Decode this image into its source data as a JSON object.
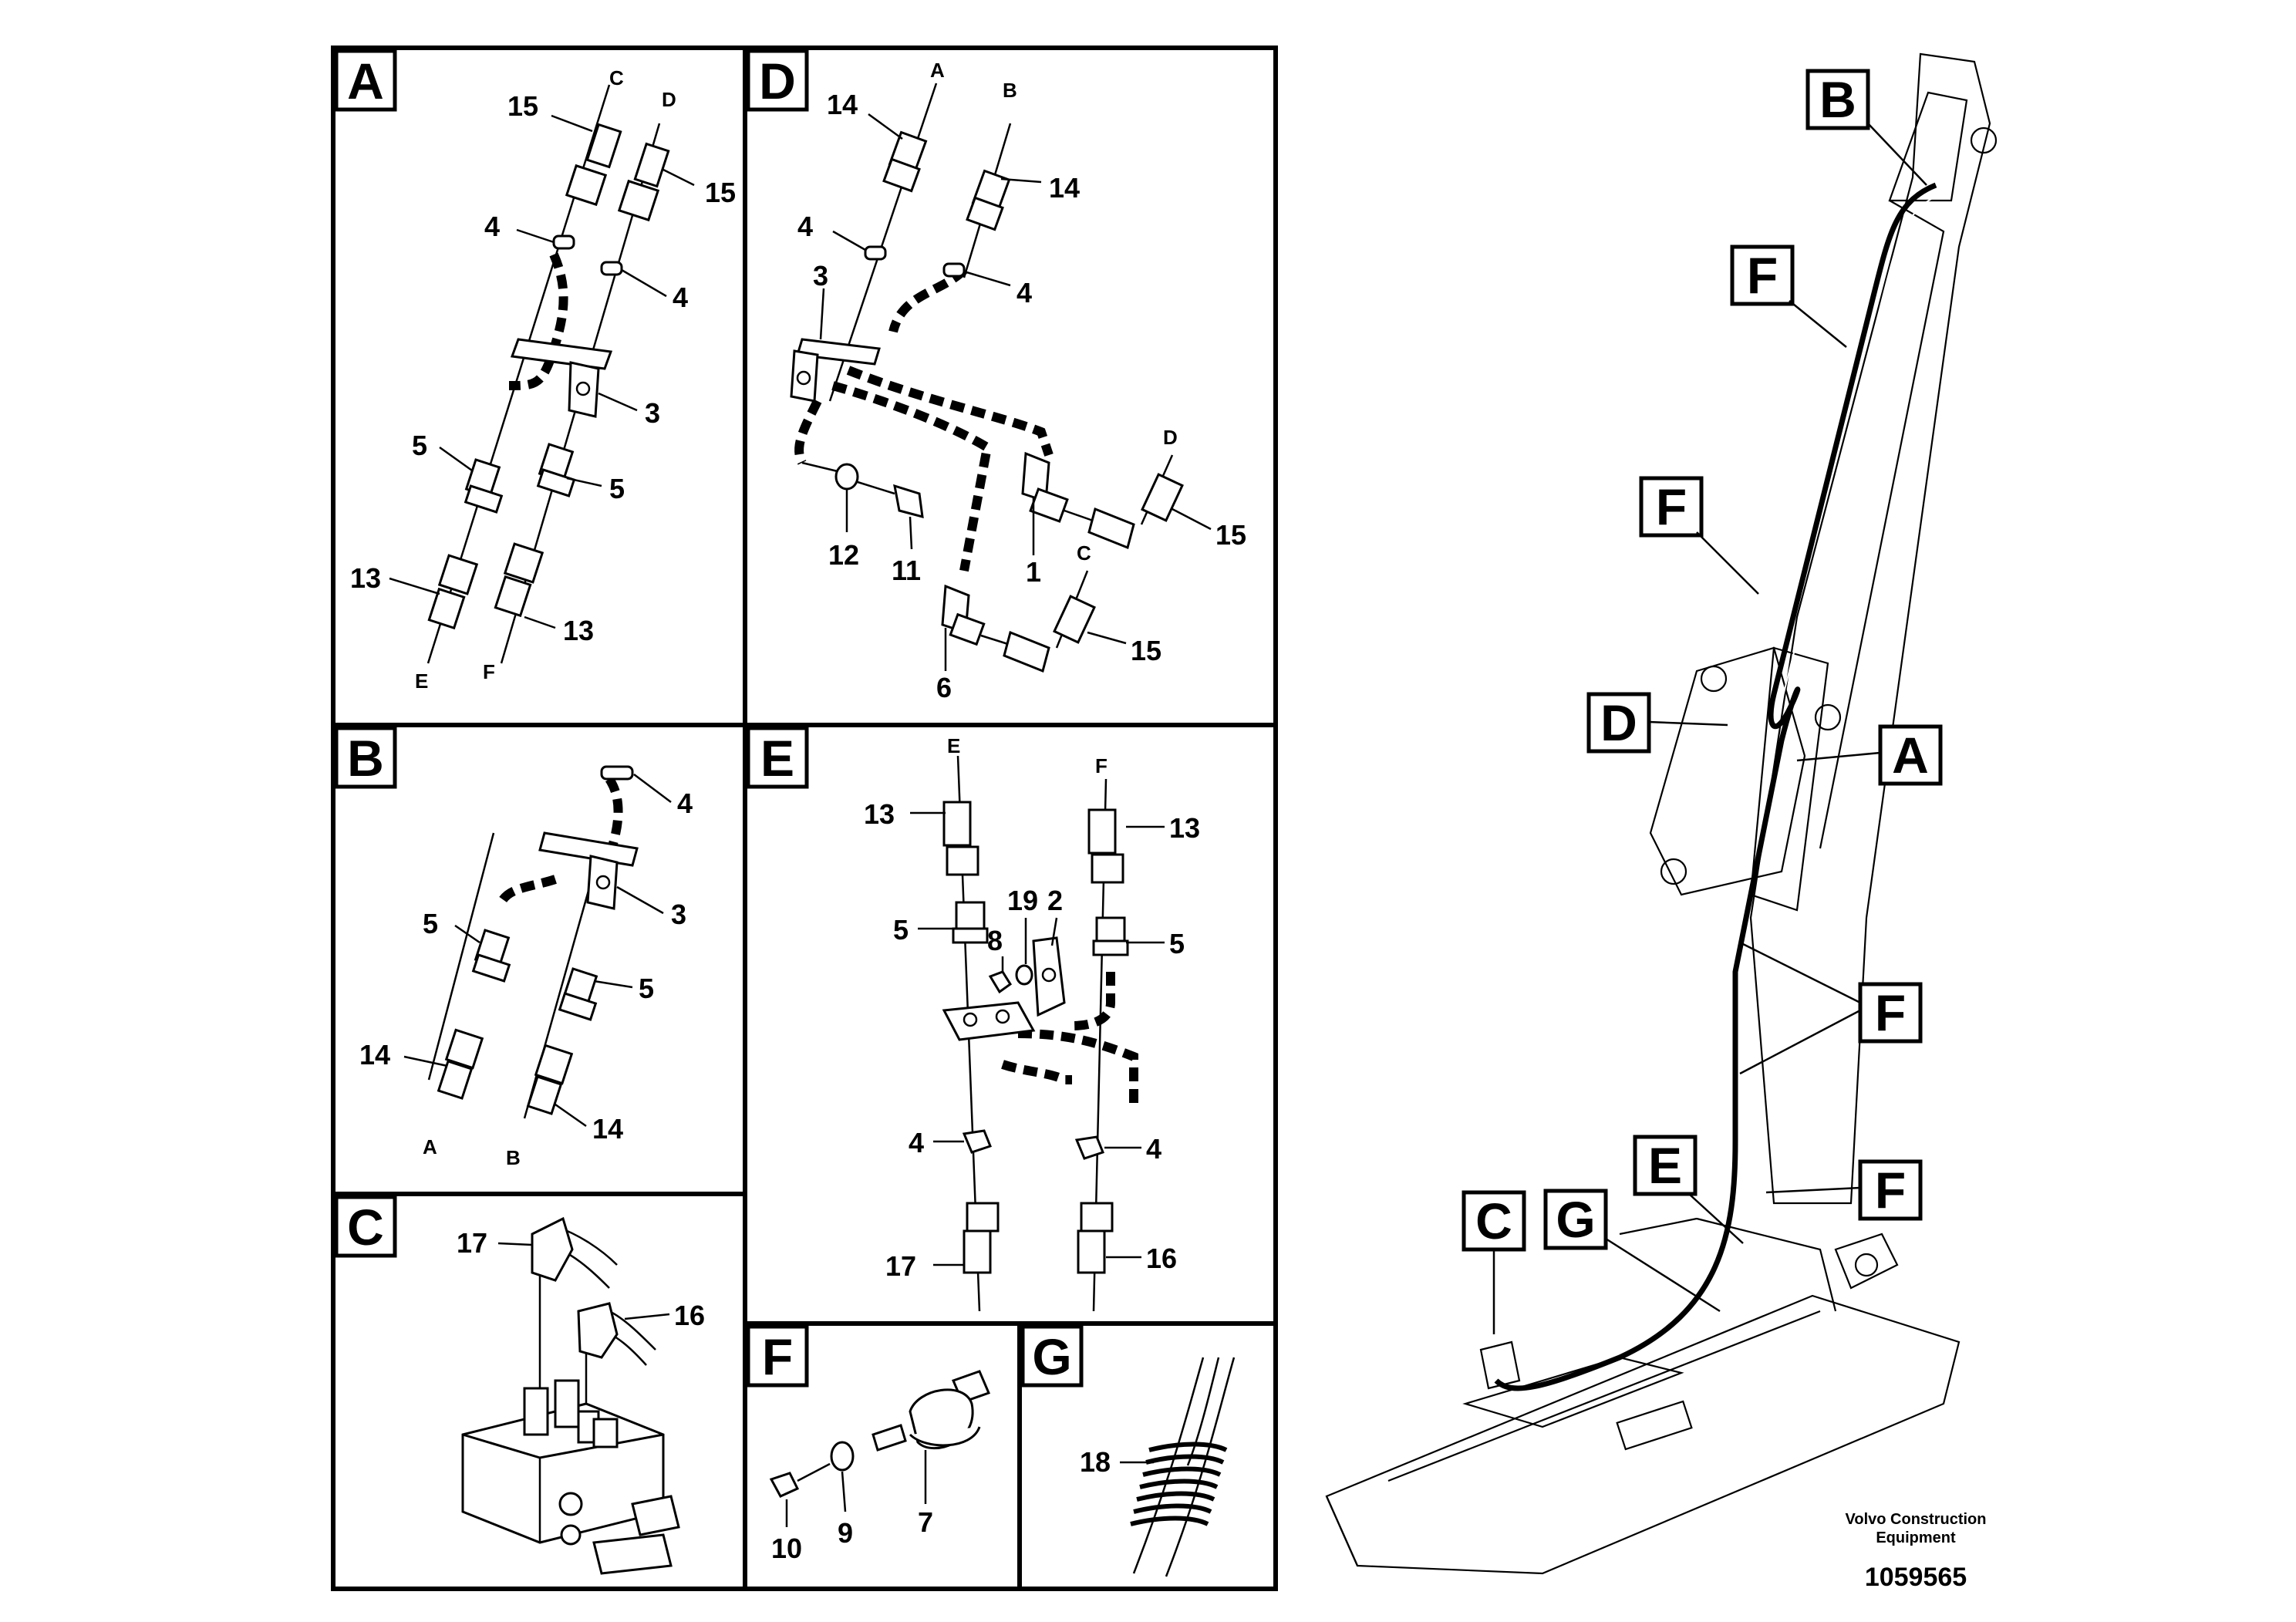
{
  "panels": {
    "A": {
      "label": "A",
      "callouts": [
        "15",
        "15",
        "4",
        "4",
        "3",
        "5",
        "5",
        "13",
        "13"
      ],
      "ends": [
        "C",
        "D",
        "E",
        "F"
      ]
    },
    "B": {
      "label": "B",
      "callouts": [
        "4",
        "3",
        "5",
        "5",
        "14",
        "14"
      ],
      "ends": [
        "A",
        "B"
      ]
    },
    "C": {
      "label": "C",
      "callouts": [
        "17",
        "16"
      ]
    },
    "D": {
      "label": "D",
      "callouts": [
        "14",
        "14",
        "4",
        "4",
        "3",
        "12",
        "11",
        "1",
        "15",
        "6",
        "15"
      ],
      "ends": [
        "A",
        "B",
        "D",
        "C"
      ]
    },
    "E": {
      "label": "E",
      "callouts": [
        "13",
        "13",
        "19",
        "2",
        "5",
        "8",
        "5",
        "4",
        "4",
        "17",
        "16"
      ],
      "ends": [
        "E",
        "F"
      ]
    },
    "F": {
      "label": "F",
      "callouts": [
        "10",
        "9",
        "7"
      ]
    },
    "G": {
      "label": "G",
      "callouts": [
        "18"
      ]
    }
  },
  "overview_tags": [
    "B",
    "F",
    "F",
    "D",
    "A",
    "F",
    "E",
    "F",
    "C",
    "G"
  ],
  "footer": {
    "brand_line1": "Volvo Construction",
    "brand_line2": "Equipment",
    "drawing_number": "1059565"
  }
}
